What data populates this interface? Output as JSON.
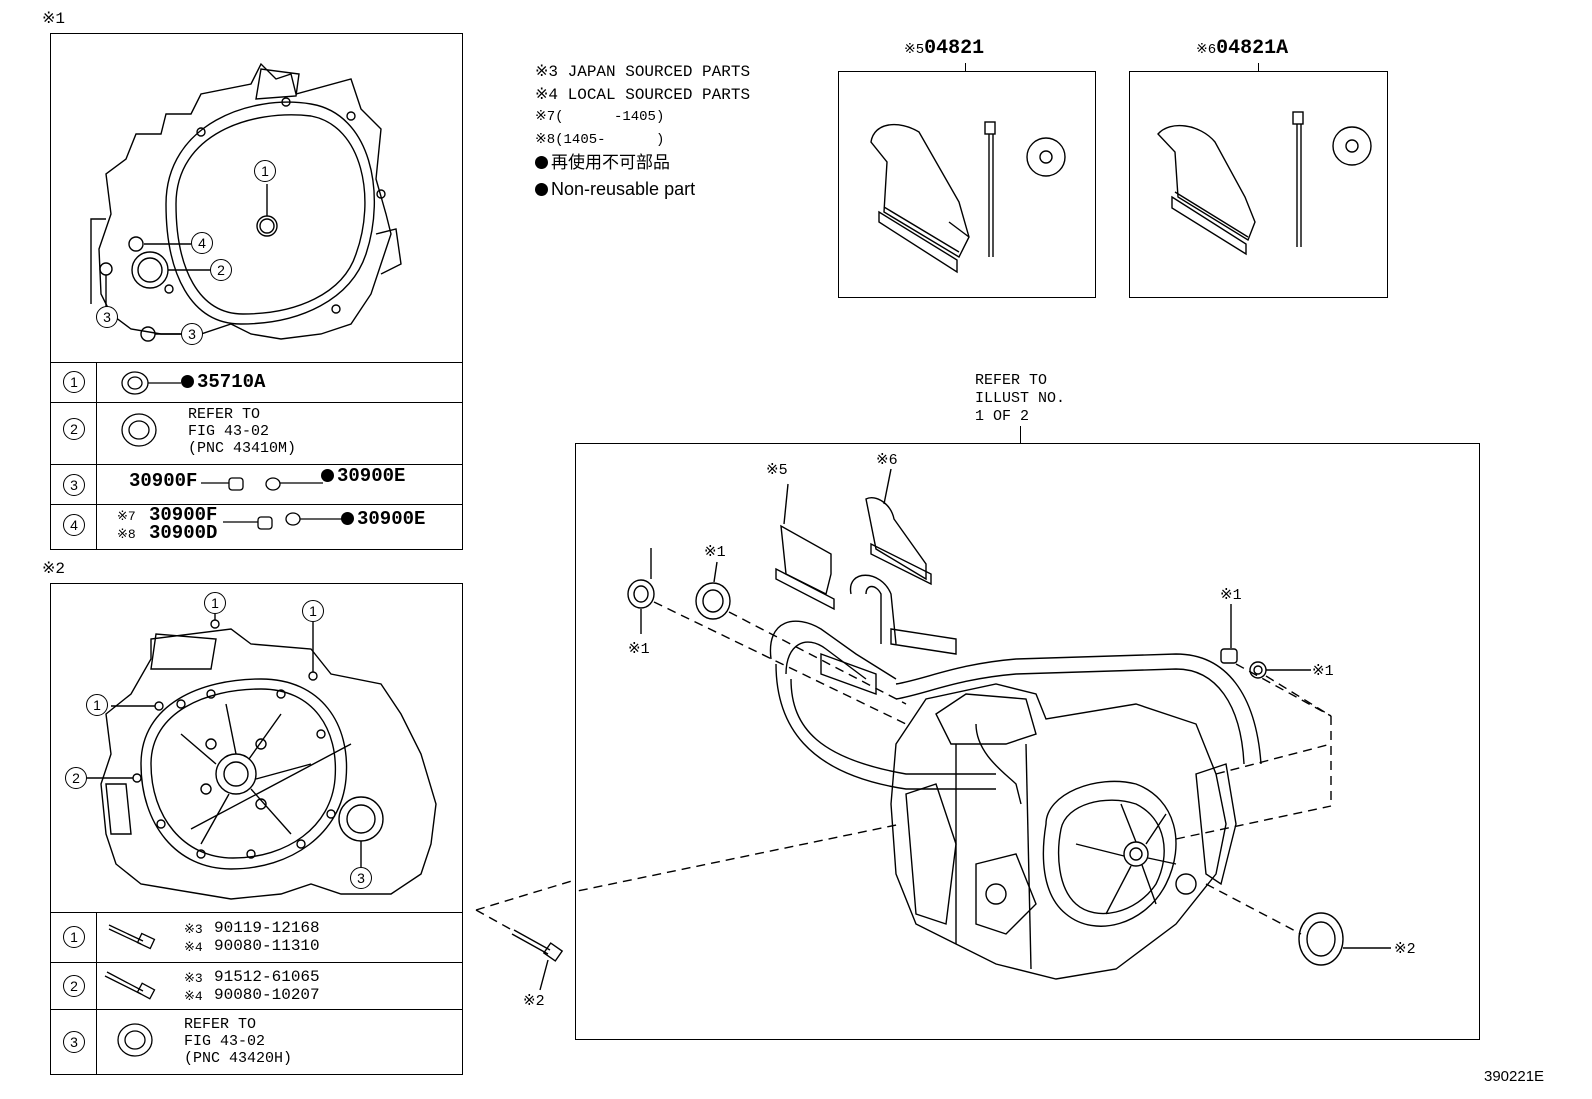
{
  "notes": {
    "japan": "※3 JAPAN SOURCED PARTS",
    "local": "※4 LOCAL SOURCED PARTS",
    "mark7": "※7(      -1405)",
    "mark8": "※8(1405-      )",
    "non_reusable_jp": "再使用不可部品",
    "non_reusable_en": "Non-reusable part"
  },
  "panel1": {
    "mark": "※1",
    "rows": [
      {
        "num": "1",
        "part": "35710A"
      },
      {
        "num": "2",
        "ref1": "REFER TO",
        "ref2": "FIG 43-02",
        "ref3": "(PNC 43410M)"
      },
      {
        "num": "3",
        "part_a": "30900F",
        "part_b": "30900E"
      },
      {
        "num": "4",
        "m7": "※7",
        "part_a": "30900F",
        "m8": "※8",
        "part_c": "30900D",
        "part_b": "30900E"
      }
    ],
    "callouts": [
      "1",
      "4",
      "2",
      "3",
      "3"
    ]
  },
  "panel2": {
    "mark": "※2",
    "rows": [
      {
        "num": "1",
        "m3": "※3",
        "p3": "90119-12168",
        "m4": "※4",
        "p4": "90080-11310"
      },
      {
        "num": "2",
        "m3": "※3",
        "p3": "91512-61065",
        "m4": "※4",
        "p4": "90080-10207"
      },
      {
        "num": "3",
        "ref1": "REFER TO",
        "ref2": "FIG 43-02",
        "ref3": "(PNC 43420H)"
      }
    ],
    "callouts": [
      "1",
      "1",
      "1",
      "2",
      "3"
    ]
  },
  "kit5": {
    "mark": "※5",
    "part": "04821"
  },
  "kit6": {
    "mark": "※6",
    "part": "04821A"
  },
  "refer_illust": {
    "l1": "REFER TO",
    "l2": "ILLUST NO.",
    "l3": "1 OF 2"
  },
  "main_labels": {
    "m5": "※5",
    "m6": "※6",
    "m1a": "※1",
    "m1b": "※1",
    "m1c": "※1",
    "m1d": "※1",
    "m2a": "※2",
    "m2b": "※2"
  },
  "diagram_code": "390221E"
}
